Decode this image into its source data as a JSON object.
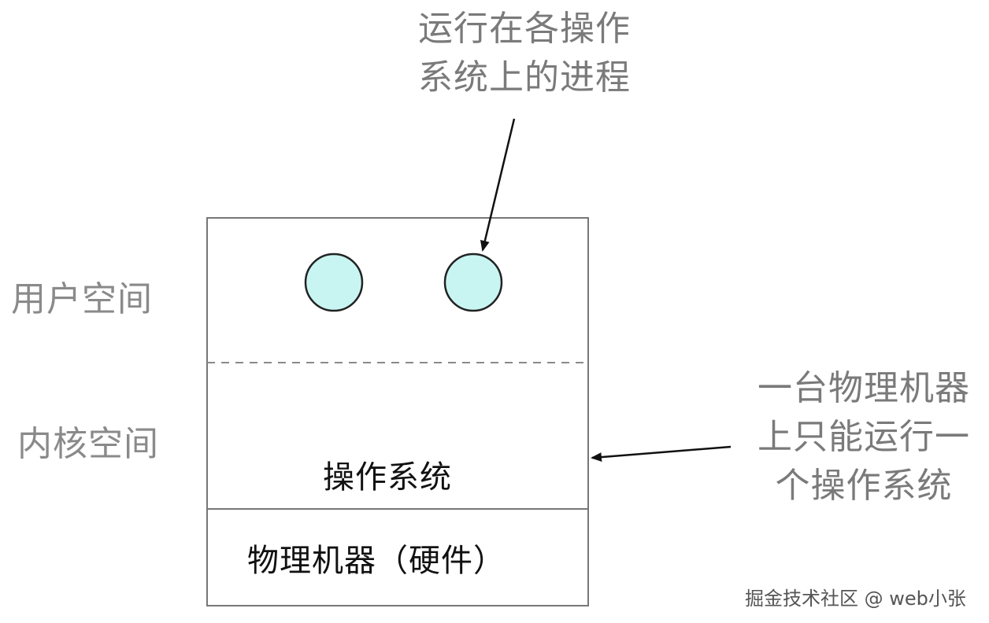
{
  "labels": {
    "user_space": "用户空间",
    "kernel_space": "内核空间",
    "operating_system": "操作系统",
    "physical_machine": "物理机器（硬件）"
  },
  "callouts": {
    "process": [
      "运行在各操作",
      "系统上的进程"
    ],
    "single_os": [
      "一台物理机器",
      "上只能运行一",
      "个操作系统"
    ]
  },
  "watermark": "掘金技术社区 @ web小张",
  "colors": {
    "process_fill": "#c8f5f2",
    "outline": "#222222",
    "box_border": "#777777",
    "divider_dash": "#8a8a8a"
  }
}
